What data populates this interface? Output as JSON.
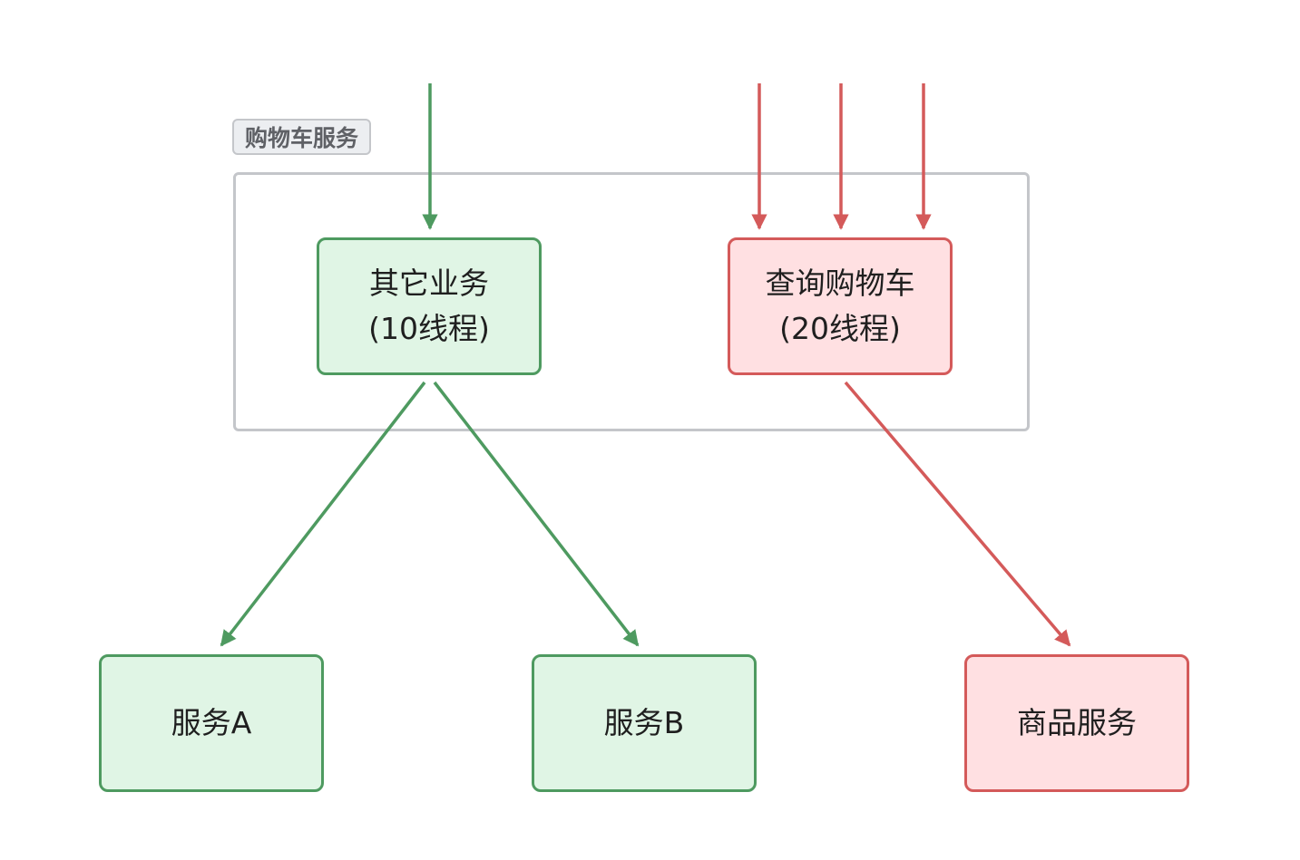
{
  "group": {
    "label": "购物车服务"
  },
  "nodes": {
    "other_business": {
      "line1": "其它业务",
      "line2": "(10线程)"
    },
    "query_cart": {
      "line1": "查询购物车",
      "line2": "(20线程)"
    },
    "service_a": {
      "label": "服务A"
    },
    "service_b": {
      "label": "服务B"
    },
    "goods_service": {
      "label": "商品服务"
    }
  },
  "colors": {
    "green_fill": "#e0f5e5",
    "green_stroke": "#4e9a60",
    "red_fill": "#ffe0e2",
    "red_stroke": "#d45a5a",
    "frame": "#c4c6ca"
  }
}
